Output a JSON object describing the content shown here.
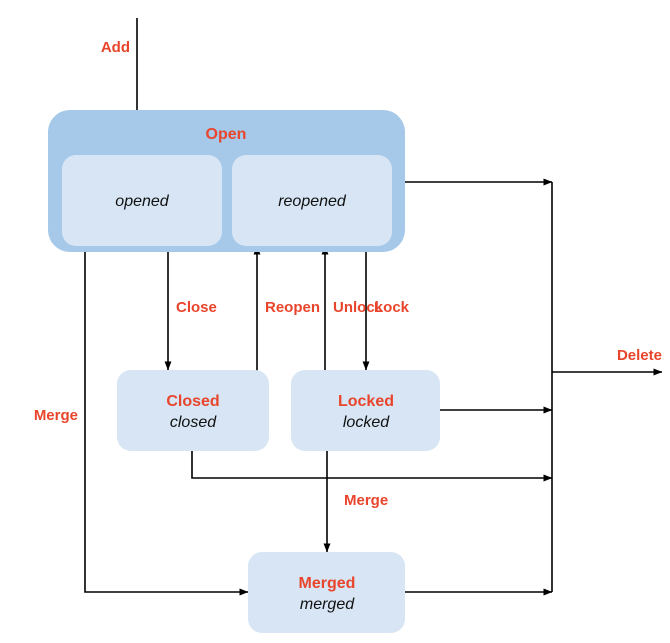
{
  "diagram": {
    "type": "state-machine",
    "composite_state": {
      "title": "Open",
      "substates": [
        {
          "name": "opened"
        },
        {
          "name": "reopened"
        }
      ]
    },
    "states": [
      {
        "title": "Closed",
        "subtitle": "closed"
      },
      {
        "title": "Locked",
        "subtitle": "locked"
      },
      {
        "title": "Merged",
        "subtitle": "merged"
      }
    ],
    "transitions": [
      {
        "label": "Add",
        "from": "",
        "to": "opened"
      },
      {
        "label": "Close",
        "from": "Open",
        "to": "Closed"
      },
      {
        "label": "Reopen",
        "from": "Closed",
        "to": "reopened"
      },
      {
        "label": "Unlock",
        "from": "Locked",
        "to": "reopened"
      },
      {
        "label": "Lock",
        "from": "Open",
        "to": "Locked"
      },
      {
        "label": "Merge",
        "from": "Open",
        "to": "Merged"
      },
      {
        "label": "Merge",
        "from": "Locked",
        "to": "Merged"
      },
      {
        "label": "Delete",
        "from": "Open, Locked, Closed, Merged",
        "to": ""
      }
    ],
    "labels": {
      "add": "Add",
      "close": "Close",
      "reopen": "Reopen",
      "unlock": "Unlock",
      "lock": "Lock",
      "merge_left": "Merge",
      "merge_mid": "Merge",
      "delete": "Delete"
    },
    "colors": {
      "accent_red": "#e8452c",
      "composite_fill": "#a6c9e9",
      "state_fill": "#d7e5f4",
      "edge_stroke": "#000000",
      "background": "#ffffff",
      "text_dark": "#111111"
    }
  }
}
